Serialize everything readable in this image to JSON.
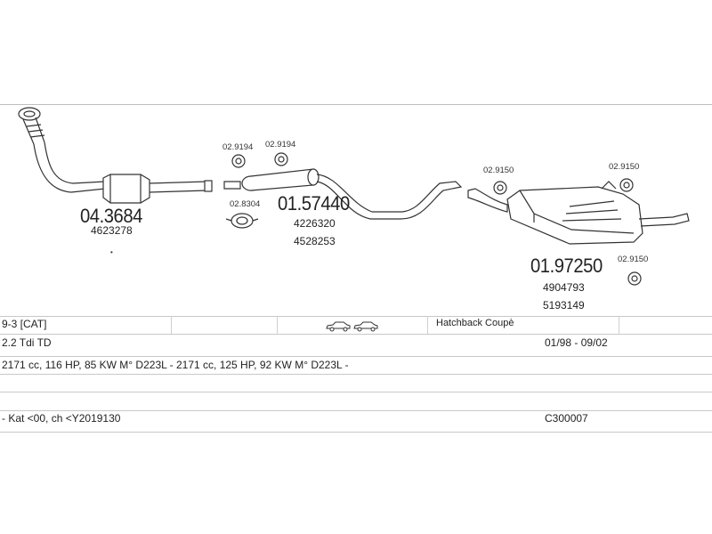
{
  "parts": {
    "front_pipe": {
      "code": "04.3684",
      "oem": "4623278"
    },
    "clamp_left": {
      "code": "02.9194"
    },
    "clamp_right": {
      "code": "02.9194"
    },
    "gasket": {
      "code": "02.8304"
    },
    "middle_silencer": {
      "code": "01.57440",
      "oem_1": "4226320",
      "oem_2": "4528253"
    },
    "rear_clamp_left": {
      "code": "02.9150"
    },
    "rear_clamp_right": {
      "code": "02.9150"
    },
    "rear_clamp_bottom": {
      "code": "02.9150"
    },
    "rear_silencer": {
      "code": "01.97250",
      "oem_1": "4904793",
      "oem_2": "5193149"
    }
  },
  "table": {
    "row1": {
      "model": "9-3  [CAT]",
      "body": "Hatchback Coupè"
    },
    "row2": {
      "engine": "2.2 Tdi TD",
      "years": "01/98 - 09/02"
    },
    "row3": {
      "specs": "2171 cc, 116 HP, 85 KW M° D223L - 2171 cc, 125 HP, 92 KW M° D223L -"
    },
    "row5": {
      "notes": "- Kat <00, ch <Y2019130",
      "ref": "C300007"
    }
  },
  "icons": {
    "body_style": "car-silhouette-icon"
  }
}
